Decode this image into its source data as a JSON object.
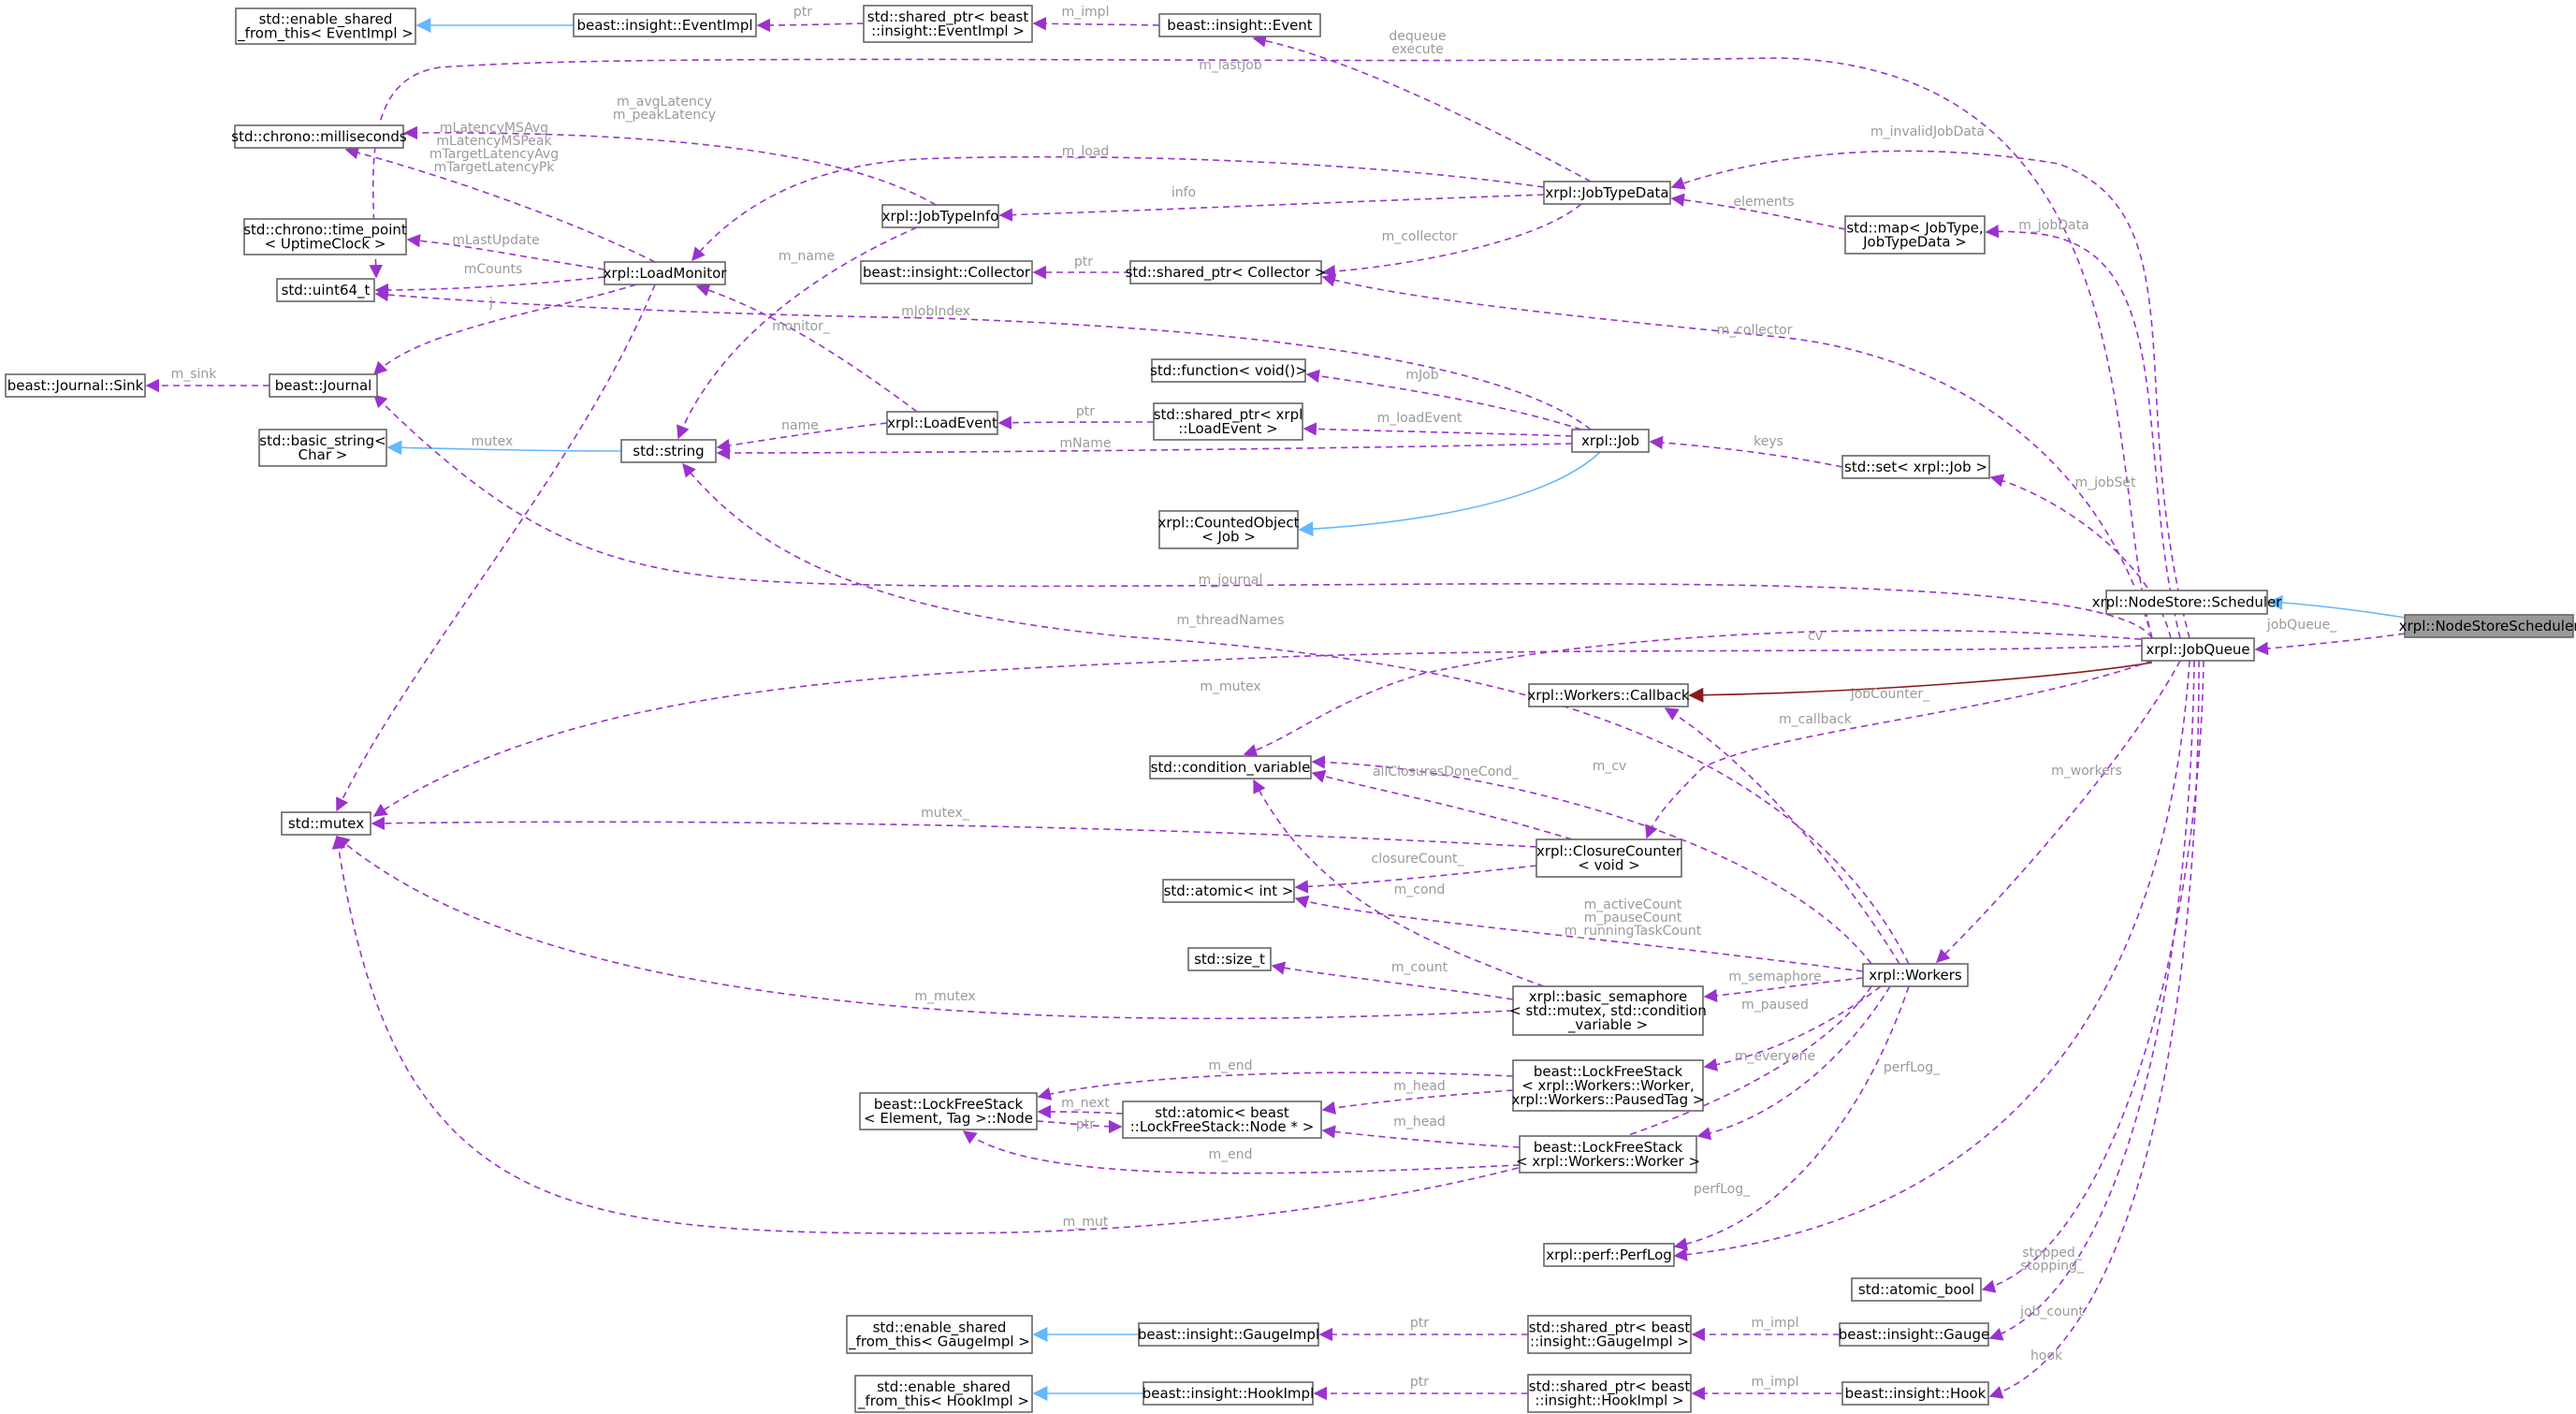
{
  "nodes": {
    "NodeStoreScheduler": [
      "xrpl::NodeStoreScheduler"
    ],
    "NodeStore_Scheduler": [
      "xrpl::NodeStore::Scheduler"
    ],
    "JobQueue": [
      "xrpl::JobQueue"
    ],
    "enable_shared_EventImpl": [
      "std::enable_shared",
      "_from_this< EventImpl >"
    ],
    "EventImpl": [
      "beast::insight::EventImpl"
    ],
    "shared_ptr_EventImpl": [
      "std::shared_ptr< beast",
      "::insight::EventImpl >"
    ],
    "Event": [
      "beast::insight::Event"
    ],
    "milliseconds": [
      "std::chrono::milliseconds"
    ],
    "time_point": [
      "std::chrono::time_point",
      "< UptimeClock >"
    ],
    "uint64": [
      "std::uint64_t"
    ],
    "Journal_Sink": [
      "beast::Journal::Sink"
    ],
    "Journal": [
      "beast::Journal"
    ],
    "basic_string": [
      "std::basic_string<",
      "Char >"
    ],
    "LoadMonitor": [
      "xrpl::LoadMonitor"
    ],
    "string": [
      "std::string"
    ],
    "JobTypeInfo": [
      "xrpl::JobTypeInfo"
    ],
    "Collector": [
      "beast::insight::Collector"
    ],
    "shared_ptr_Collector": [
      "std::shared_ptr< Collector >"
    ],
    "JobTypeData": [
      "xrpl::JobTypeData"
    ],
    "map_JobType": [
      "std::map< JobType,",
      "JobTypeData >"
    ],
    "function_void": [
      "std::function< void()>"
    ],
    "shared_ptr_LoadEvent": [
      "std::shared_ptr< xrpl",
      "::LoadEvent >"
    ],
    "LoadEvent": [
      "xrpl::LoadEvent"
    ],
    "Job": [
      "xrpl::Job"
    ],
    "set_Job": [
      "std::set< xrpl::Job >"
    ],
    "CountedObject": [
      "xrpl::CountedObject",
      "< Job >"
    ],
    "Workers_Callback": [
      "xrpl::Workers::Callback"
    ],
    "condition_variable": [
      "std::condition_variable"
    ],
    "mutex": [
      "std::mutex"
    ],
    "ClosureCounter": [
      "xrpl::ClosureCounter",
      "< void >"
    ],
    "atomic_int": [
      "std::atomic< int >"
    ],
    "size_t": [
      "std::size_t"
    ],
    "basic_semaphore": [
      "xrpl::basic_semaphore",
      "< std::mutex, std::condition",
      "_variable >"
    ],
    "Workers": [
      "xrpl::Workers"
    ],
    "LFS_Node": [
      "beast::LockFreeStack",
      "< Element, Tag >::Node"
    ],
    "atomic_LFS_Node": [
      "std::atomic< beast",
      "::LockFreeStack::Node * >"
    ],
    "LFS_Paused": [
      "beast::LockFreeStack",
      "< xrpl::Workers::Worker,",
      "xrpl::Workers::PausedTag >"
    ],
    "LFS_Worker": [
      "beast::LockFreeStack",
      "< xrpl::Workers::Worker >"
    ],
    "PerfLog": [
      "xrpl::perf::PerfLog"
    ],
    "atomic_bool": [
      "std::atomic_bool"
    ],
    "enable_shared_GaugeImpl": [
      "std::enable_shared",
      "_from_this< GaugeImpl >"
    ],
    "GaugeImpl": [
      "beast::insight::GaugeImpl"
    ],
    "shared_ptr_GaugeImpl": [
      "std::shared_ptr< beast",
      "::insight::GaugeImpl >"
    ],
    "Gauge": [
      "beast::insight::Gauge"
    ],
    "enable_shared_HookImpl": [
      "std::enable_shared",
      "_from_this< HookImpl >"
    ],
    "HookImpl": [
      "beast::insight::HookImpl"
    ],
    "shared_ptr_HookImpl": [
      "std::shared_ptr< beast",
      "::insight::HookImpl >"
    ],
    "Hook": [
      "beast::insight::Hook"
    ]
  },
  "edge_labels": {
    "jobQueue": [
      "jobQueue_"
    ],
    "m_impl_event": [
      "m_impl"
    ],
    "ptr_event": [
      "ptr"
    ],
    "m_lastJob": [
      "m_lastJob"
    ],
    "dequeue_execute": [
      "dequeue",
      "execute"
    ],
    "avg_peak_latency": [
      "m_avgLatency",
      "m_peakLatency"
    ],
    "latency_group": [
      "mLatencyMSAvg",
      "mLatencyMSPeak",
      "mTargetLatencyAvg",
      "mTargetLatencyPk"
    ],
    "m_load": [
      "m_load"
    ],
    "m_invalidJobData": [
      "m_invalidJobData"
    ],
    "info": [
      "info"
    ],
    "mLastUpdate": [
      "mLastUpdate"
    ],
    "mCounts": [
      "mCounts"
    ],
    "m_collector_jtd": [
      "m_collector"
    ],
    "ptr_collector": [
      "ptr"
    ],
    "elements": [
      "elements"
    ],
    "m_jobData": [
      "m_jobData"
    ],
    "m_name": [
      "m_name"
    ],
    "mJobIndex": [
      "mJobIndex"
    ],
    "monitor": [
      "monitor_"
    ],
    "m_sink": [
      "m_sink"
    ],
    "j": [
      "j"
    ],
    "m_collector_jq": [
      "m_collector"
    ],
    "mJob": [
      "mJob"
    ],
    "ptr_loadevent": [
      "ptr"
    ],
    "name": [
      "name"
    ],
    "mLoadEvent": [
      "m_loadEvent"
    ],
    "mName": [
      "mName"
    ],
    "mutex_lm": [
      "mutex"
    ],
    "keys": [
      "keys"
    ],
    "m_jobSet": [
      "m_jobSet"
    ],
    "m_journal": [
      "m_journal"
    ],
    "m_threadNames": [
      "m_threadNames"
    ],
    "cv": [
      "cv"
    ],
    "m_mutex_jq": [
      "m_mutex"
    ],
    "m_callback": [
      "m_callback"
    ],
    "jobCounter": [
      "jobCounter_"
    ],
    "m_workers": [
      "m_workers"
    ],
    "allClosuresDoneCond": [
      "allClosuresDoneCond_"
    ],
    "m_cv": [
      "m_cv"
    ],
    "mutex_cc": [
      "mutex_"
    ],
    "closureCount": [
      "closureCount_"
    ],
    "m_cond": [
      "m_cond"
    ],
    "active_pause_running": [
      "m_activeCount",
      "m_pauseCount",
      "m_runningTaskCount"
    ],
    "m_count": [
      "m_count"
    ],
    "m_semaphore": [
      "m_semaphore"
    ],
    "m_mutex_sem": [
      "m_mutex"
    ],
    "m_paused": [
      "m_paused"
    ],
    "m_end_paused": [
      "m_end"
    ],
    "m_head_paused": [
      "m_head"
    ],
    "m_everyone": [
      "m_everyone"
    ],
    "m_next": [
      "m_next"
    ],
    "ptr_node": [
      "ptr"
    ],
    "m_head_worker": [
      "m_head"
    ],
    "m_end_worker": [
      "m_end"
    ],
    "perfLog_workers": [
      "perfLog_"
    ],
    "perfLog_jq": [
      "perfLog_"
    ],
    "m_mut": [
      "m_mut"
    ],
    "stopped_stopping": [
      "stopped_",
      "stopping_"
    ],
    "ptr_gauge": [
      "ptr"
    ],
    "m_impl_gauge": [
      "m_impl"
    ],
    "job_count": [
      "job_count"
    ],
    "ptr_hook": [
      "ptr"
    ],
    "m_impl_hook": [
      "m_impl"
    ],
    "hook": [
      "hook"
    ]
  },
  "colors": {
    "usage_edge": "#9a32cd",
    "inheritance_public": "#63b8ff",
    "inheritance_private": "#8b1a1a",
    "focus_fill": "#999999",
    "node_border": "#666666",
    "label_text": "#9a9a9a"
  }
}
